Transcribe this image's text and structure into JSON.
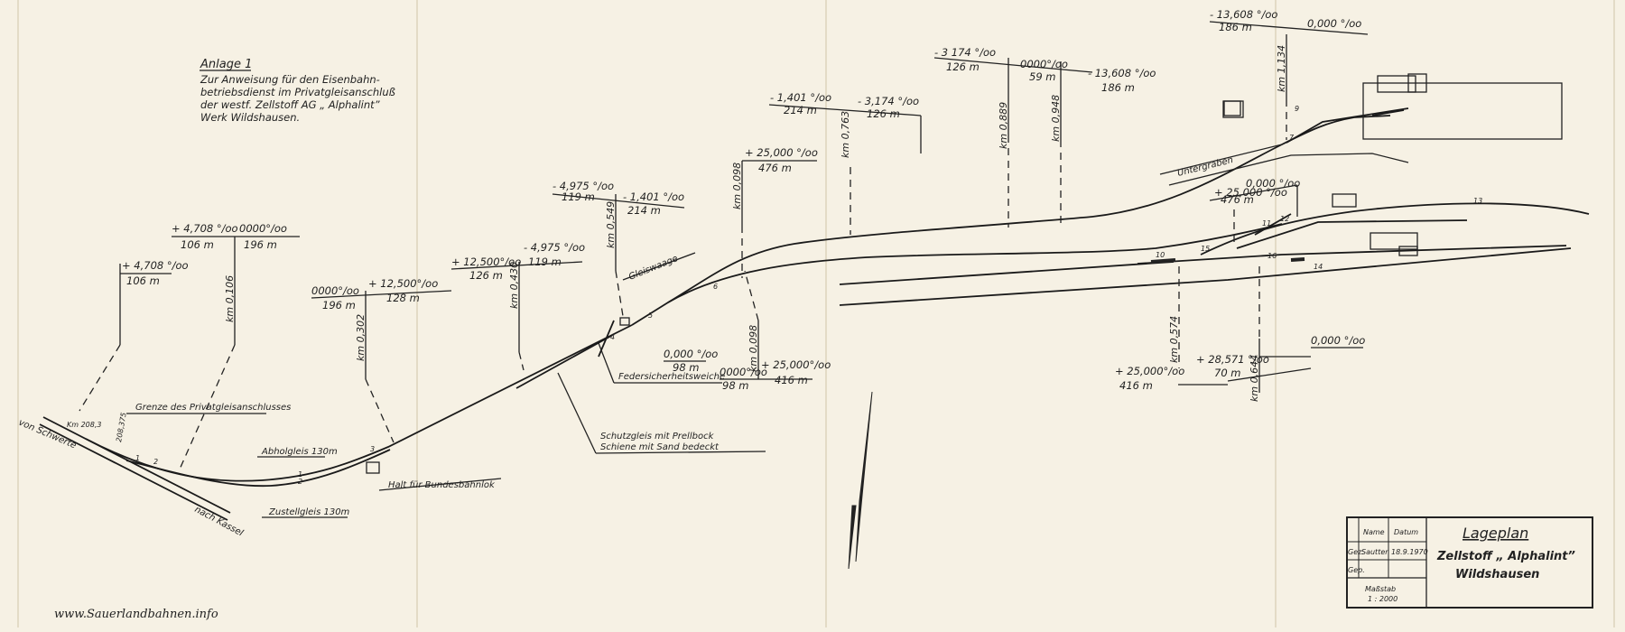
{
  "header": {
    "annex": "Anlage 1",
    "lines": [
      "Zur Anweisung für den Eisenbahn-",
      "betriebsdienst im Privatgleisanschluß",
      "der westf. Zellstoff AG „ Alphalint”",
      "Werk Wildshausen."
    ]
  },
  "gradients": [
    {
      "grade": "+ 4,708 °/oo",
      "length": "106 m"
    },
    {
      "grade": "+ 4,708 °/oo",
      "length": "106 m"
    },
    {
      "grade": "0000°/oo",
      "length": "196 m"
    },
    {
      "grade": "0000°/oo",
      "length": "196 m"
    },
    {
      "grade": "+ 12,500°/oo",
      "length": "128 m"
    },
    {
      "grade": "+ 12,500°/oo",
      "length": "126 m"
    },
    {
      "grade": "- 4,975 °/oo",
      "length": "119 m"
    },
    {
      "grade": "- 4,975 °/oo",
      "length": "119 m"
    },
    {
      "grade": "- 1,401 °/oo",
      "length": "214 m"
    },
    {
      "grade": "0,000 °/oo",
      "length": "98 m"
    },
    {
      "grade": "+ 25,000 °/oo",
      "length": "476 m"
    },
    {
      "grade": "0000°/oo",
      "length": "98 m"
    },
    {
      "grade": "+ 25,000°/oo",
      "length": "416 m"
    },
    {
      "grade": "- 1,401 °/oo",
      "length": "214 m"
    },
    {
      "grade": "- 3,174 °/oo",
      "length": "126 m"
    },
    {
      "grade": "- 3 174 °/oo",
      "length": "126 m"
    },
    {
      "grade": "0000°/oo",
      "length": "59 m"
    },
    {
      "grade": "- 13,608 °/oo",
      "length": "186 m"
    },
    {
      "grade": "- 13,608 °/oo",
      "length": "186 m"
    },
    {
      "grade": "0,000 °/oo",
      "length": ""
    },
    {
      "grade": "+ 25,000 °/oo",
      "length": "476 m"
    },
    {
      "grade": "0,000 °/oo",
      "length": ""
    },
    {
      "grade": "+ 25,000°/oo",
      "length": "416 m"
    },
    {
      "grade": "+ 28,571 °/oo",
      "length": "70 m"
    },
    {
      "grade": "0,000 °/oo",
      "length": ""
    }
  ],
  "km_markers": [
    "km 0,106",
    "km 0,302",
    "km 0,430",
    "km 0,549",
    "km 0,098",
    "km 0,098",
    "km 0,763",
    "km 0,889",
    "km 0,948",
    "km 1,134",
    "km 0,574",
    "km 0,644",
    "Km 208,3",
    "208,375"
  ],
  "labels": {
    "from_schwerte": "von Schwerte",
    "to_kassel": "nach Kassel",
    "boundary": "Grenze des Privatgleisanschlusses",
    "abholgleis": "Abholgleis 130m",
    "zustellgleis": "Zustellgleis 130m",
    "halt": "Halt für Bundesbahnlok",
    "schutzgleis_1": "Schutzgleis mit Prellbock",
    "schutzgleis_2": "Schiene mit Sand bedeckt",
    "gleiswaage": "Gleiswaage",
    "federweiche": "Federsicherheitsweiche",
    "untergraben": "Untergraben"
  },
  "switch_numbers": [
    "1",
    "2",
    "1",
    "2",
    "3",
    "4",
    "5",
    "6",
    "7",
    "9",
    "10",
    "11",
    "12",
    "13",
    "14",
    "15",
    "16"
  ],
  "title_block": {
    "name_header": "Name",
    "date_header": "Datum",
    "row_gez": "Gez.",
    "row_gep": "Gep.",
    "signature": "Sautter",
    "date": "18.9.1970",
    "plan_title": "Lageplan",
    "plant": "Zellstoff „ Alphalint”",
    "place": "Wildshausen",
    "scale_label": "Maßstab",
    "scale": "1 : 2000"
  },
  "watermark": "www.Sauerlandbahnen.info",
  "colors": {
    "paper": "#f6f1e4",
    "ink": "#222222",
    "fold": "#e6dfcd"
  }
}
